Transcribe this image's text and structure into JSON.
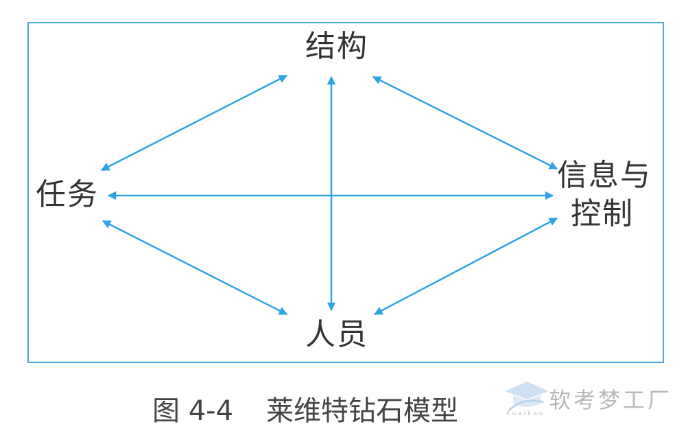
{
  "diagram": {
    "nodes": {
      "top": "结构",
      "left": "任务",
      "right_line1": "信息与",
      "right_line2": "控制",
      "bottom": "人员"
    },
    "edges": [
      {
        "from": "任务",
        "to": "结构",
        "type": "bidirectional"
      },
      {
        "from": "结构",
        "to": "信息与控制",
        "type": "bidirectional"
      },
      {
        "from": "任务",
        "to": "信息与控制",
        "type": "bidirectional"
      },
      {
        "from": "任务",
        "to": "人员",
        "type": "bidirectional"
      },
      {
        "from": "人员",
        "to": "信息与控制",
        "type": "bidirectional"
      },
      {
        "from": "结构",
        "to": "人员",
        "type": "bidirectional"
      }
    ],
    "colors": {
      "frame": "#4aa6dc",
      "arrow": "#2fa3e6",
      "text": "#333333"
    }
  },
  "caption": {
    "number": "图 4-4",
    "title": "莱维特钻石模型"
  },
  "watermark": {
    "text": "软考梦工厂",
    "sub": "Kuaikao"
  }
}
